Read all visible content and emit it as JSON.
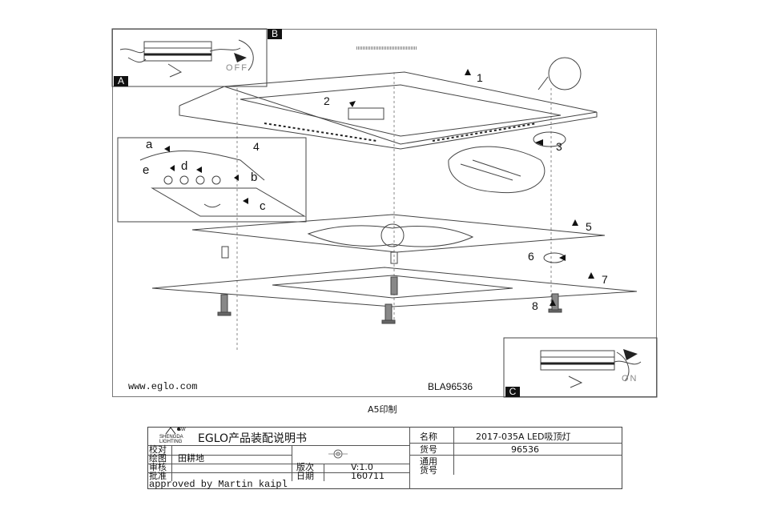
{
  "sheet": {
    "box_labels": {
      "a": "A",
      "b": "B",
      "c": "C"
    },
    "switch_off": "OFF",
    "switch_on": "ON",
    "callouts": [
      "1",
      "2",
      "3",
      "4",
      "5",
      "6",
      "7",
      "8"
    ],
    "detail_letters": [
      "a",
      "b",
      "c",
      "d",
      "e"
    ],
    "website": "www.eglo.com",
    "code": "BLA96536"
  },
  "print_note": "A5印制",
  "title_block": {
    "logo_text_1": "SHENGDA",
    "logo_text_2": "LIGHTING",
    "logo_sw": "SW",
    "doc_title": "EGLO产品装配说明书",
    "row_labels": [
      "校对",
      "绘图",
      "审核",
      "批准"
    ],
    "drawer_value": "田耕地",
    "version_label": "版次",
    "version_value": "V:1.0",
    "date_label": "日期",
    "date_value": "160711",
    "name_label": "名称",
    "name_value": "2017-035A LED吸顶灯",
    "item_label": "货号",
    "item_value": "96536",
    "common_label_1": "通用",
    "common_label_2": "货号",
    "approved": "approved by Martin kaipl"
  },
  "colors": {
    "line": "#444444",
    "label_bg": "#111111"
  }
}
